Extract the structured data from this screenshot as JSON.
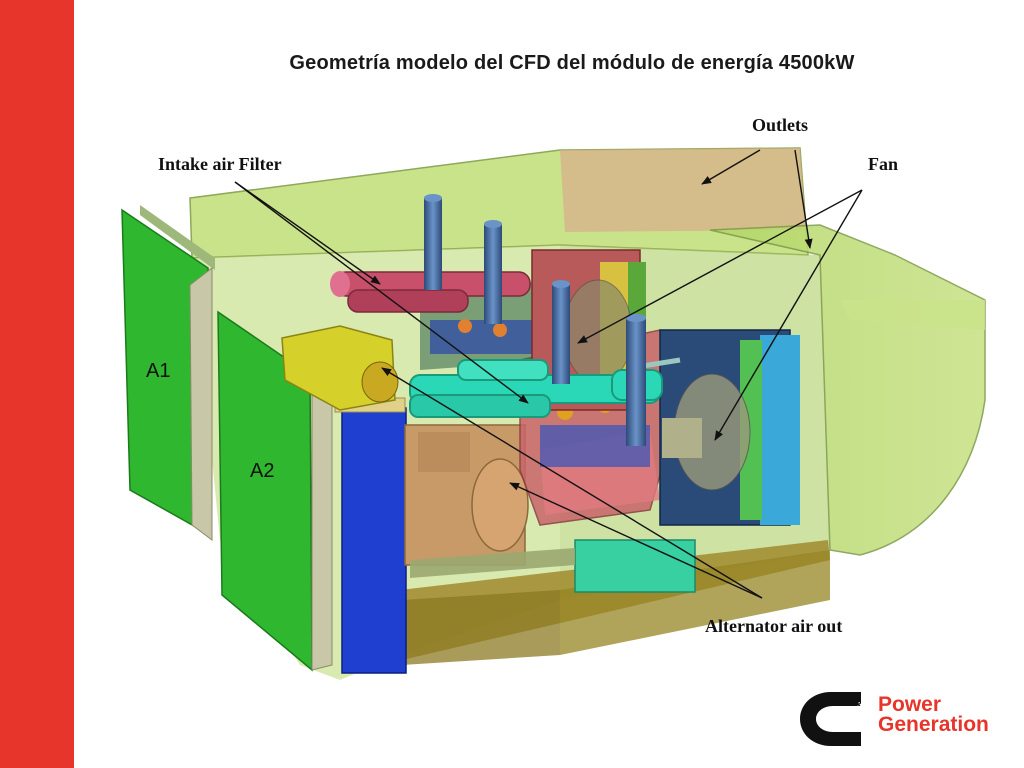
{
  "slide": {
    "title": "Geometría modelo del CFD del módulo de energía 4500kW",
    "accent_color": "#e8352b"
  },
  "callouts": {
    "outlets": "Outlets",
    "intake_air_filter": "Intake air Filter",
    "fan": "Fan",
    "alternator_air_out": "Alternator air out"
  },
  "zones": {
    "a1": "A1",
    "a2": "A2"
  },
  "brand": {
    "name": "Cummins",
    "line1": "Power",
    "line2": "Generation",
    "color": "#e8352b"
  }
}
